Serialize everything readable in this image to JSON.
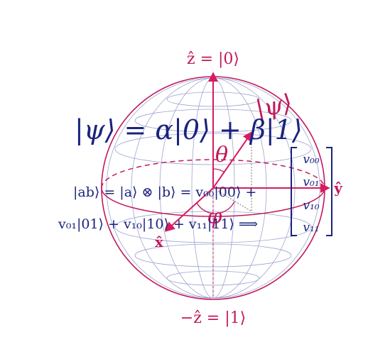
{
  "labels": {
    "z_plus": "ẑ = |0⟩",
    "z_minus": "−ẑ = |1⟩",
    "x_axis": "x̂",
    "y_axis": "ŷ",
    "psi": "|ψ⟩",
    "theta": "θ",
    "phi": "φ"
  },
  "equations": {
    "qubit_state": "|ψ⟩ = α|0⟩ + β|1⟩",
    "two_qubit_line1": "|ab⟩ = |a⟩ ⊗ |b⟩ = v₀₀|00⟩ +",
    "two_qubit_line2": "v₀₁|01⟩ + v₁₀|10⟩ + v₁₁|11⟩ ⟹"
  },
  "vector_entries": [
    "v₀₀",
    "v₀₁",
    "v₁₀",
    "v₁₁"
  ],
  "colors": {
    "accent": "#c2185b",
    "ink": "#1a237e",
    "grid": "#8c95c8",
    "background": "#ffffff"
  }
}
